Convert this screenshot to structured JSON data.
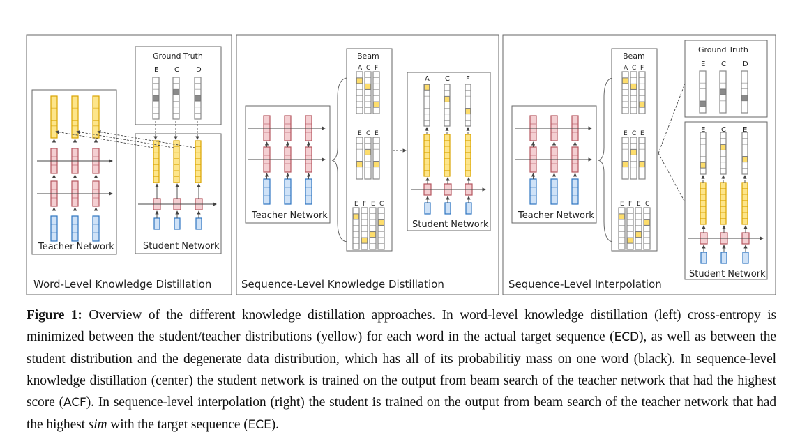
{
  "figure": {
    "panels": {
      "word_level": {
        "title": "Word-Level Knowledge Distillation",
        "teacher_label": "Teacher Network",
        "student_label": "Student Network",
        "ground_truth_title": "Ground Truth",
        "ground_truth_tokens": [
          "E",
          "C",
          "D"
        ]
      },
      "sequence_level": {
        "title": "Sequence-Level Knowledge Distillation",
        "teacher_label": "Teacher Network",
        "student_label": "Student Network",
        "beam_title": "Beam",
        "beams": [
          [
            "A",
            "C",
            "F"
          ],
          [
            "E",
            "C",
            "E"
          ],
          [
            "E",
            "F",
            "E",
            "C"
          ]
        ],
        "student_tokens": [
          "A",
          "C",
          "F"
        ]
      },
      "interpolation": {
        "title": "Sequence-Level Interpolation",
        "teacher_label": "Teacher Network",
        "student_label": "Student Network",
        "beam_title": "Beam",
        "beams": [
          [
            "A",
            "C",
            "F"
          ],
          [
            "E",
            "C",
            "E"
          ],
          [
            "E",
            "F",
            "E",
            "C"
          ]
        ],
        "ground_truth_title": "Ground Truth",
        "ground_truth_tokens": [
          "E",
          "C",
          "D"
        ],
        "student_tokens": [
          "E",
          "C",
          "E"
        ]
      }
    },
    "colors": {
      "yellow_fill": "#fde58a",
      "yellow_stroke": "#d9a400",
      "red_fill": "#f4cfd2",
      "red_stroke": "#b5565f",
      "blue_fill": "#cfe2f7",
      "blue_stroke": "#2e74c0",
      "black_cell": "#888888"
    }
  },
  "caption": {
    "label": "Figure 1:",
    "part1": " Overview of the different knowledge distillation approaches. In word-level knowledge distillation (left) cross-entropy is minimized between the student/teacher distributions (yellow) for each word in the actual target sequence (",
    "ecd": "ECD",
    "part2": "), as well as between the student distribution and the degenerate data distribution, which has all of its probabilitiy mass on one word (black). In sequence-level knowledge distillation (center) the student network is trained on the output from beam search of the teacher network that had the highest score (",
    "acf": "ACF",
    "part3": "). In sequence-level interpolation (right) the student is trained on the output from beam search of the teacher network that had the highest ",
    "sim": "sim",
    "part4": " with the target sequence (",
    "ece": "ECE",
    "part5": ")."
  }
}
